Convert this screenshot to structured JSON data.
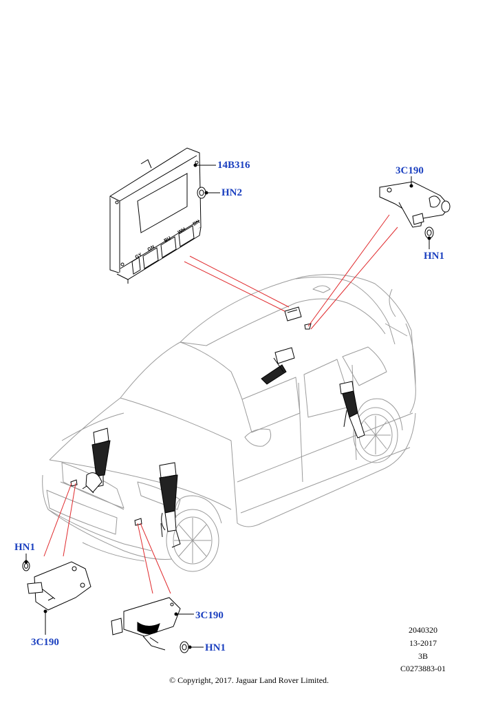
{
  "callouts": {
    "module": "14B316",
    "nut_module": "HN2",
    "rear_sensor": "3C190",
    "rear_nut": "HN1",
    "front_left_nut": "HN1",
    "front_left_sensor": "3C190",
    "front_right_sensor": "3C190",
    "front_right_nut": "HN1"
  },
  "connector_labels": [
    "GY",
    "GN",
    "BU",
    "WH",
    "BN"
  ],
  "reference": {
    "number": "2040320",
    "date": "13-2017",
    "revision": "3B",
    "code": "C0273883-01"
  },
  "copyright": "© Copyright, 2017. Jaguar Land Rover Limited.",
  "colors": {
    "callout_text": "#1a3fbf",
    "leader_red": "#e0292c",
    "line_art": "#000000",
    "vehicle_art": "#9a9a9a"
  }
}
